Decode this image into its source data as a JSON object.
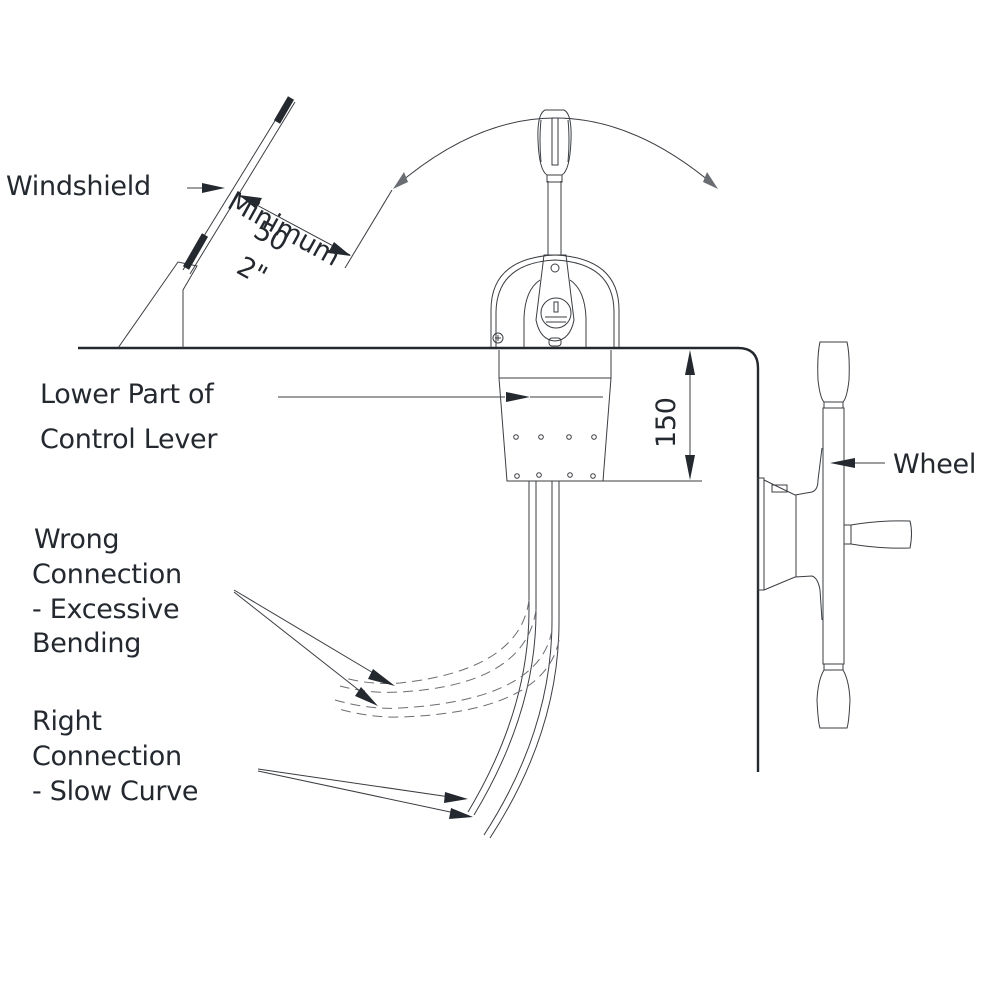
{
  "diagram": {
    "title": "Control Lever Installation Guide",
    "labels": {
      "windshield": "Windshield",
      "minimum": "Minimum",
      "min_distance_mm": "50",
      "min_distance_in": "2\"",
      "lower_part_line1": "Lower Part of",
      "lower_part_line2": "Control Lever",
      "depth_mm": "150",
      "wheel": "Wheel",
      "wrong_line1": "Wrong",
      "wrong_line2": "Connection",
      "wrong_line3": "- Excessive",
      "wrong_line4": "Bending",
      "right_line1": "Right",
      "right_line2": "Connection",
      "right_line3": "- Slow Curve"
    },
    "colors": {
      "ink": "#24282f",
      "line": "#3a3d42",
      "background": "#ffffff"
    }
  }
}
